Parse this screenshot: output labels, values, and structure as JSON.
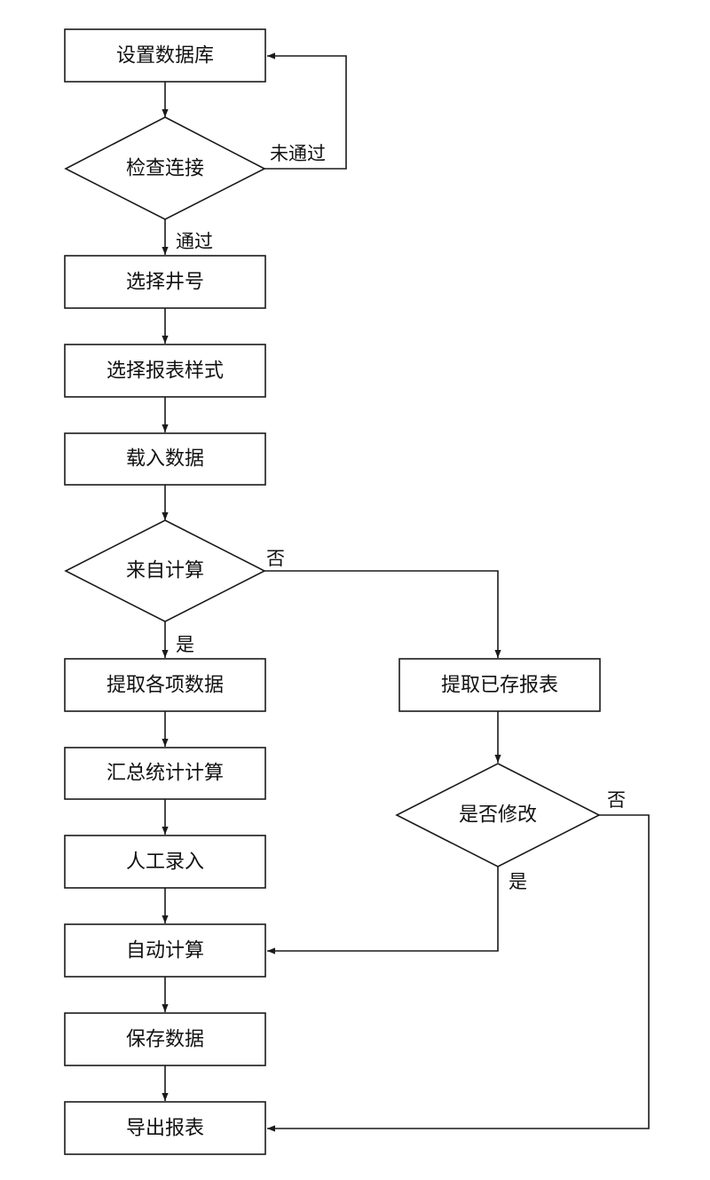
{
  "nodes": {
    "setup_db": "设置数据库",
    "check_conn": "检查连接",
    "select_well": "选择井号",
    "select_style": "选择报表样式",
    "load_data": "载入数据",
    "from_calc": "来自计算",
    "extract_items": "提取各项数据",
    "summary_calc": "汇总统计计算",
    "manual_input": "人工录入",
    "auto_calc": "自动计算",
    "save_data": "保存数据",
    "export_report": "导出报表",
    "extract_saved": "提取已存报表",
    "modify_q": "是否修改"
  },
  "edge_labels": {
    "not_passed": "未通过",
    "passed": "通过",
    "from_calc_no": "否",
    "from_calc_yes": "是",
    "modify_no": "否",
    "modify_yes": "是"
  }
}
